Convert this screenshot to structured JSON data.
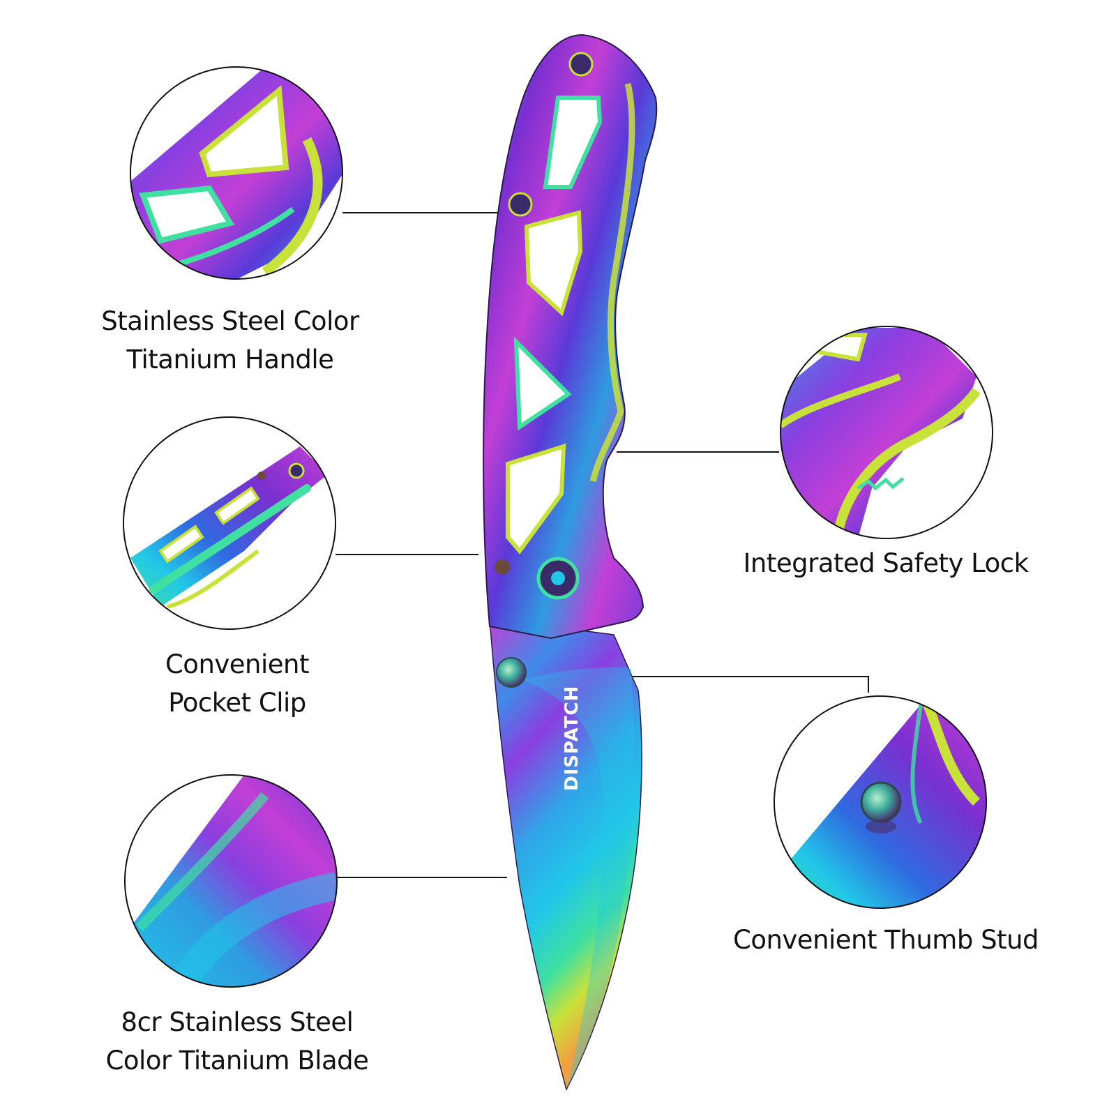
{
  "brand": "DISPATCH",
  "features": {
    "handle": {
      "line1": "Stainless Steel Color",
      "line2": "Titanium Handle",
      "icon": "handle-closeup"
    },
    "clip": {
      "line1": "Convenient",
      "line2": "Pocket Clip",
      "icon": "pocket-clip-closeup"
    },
    "blade": {
      "line1": "8cr Stainless Steel",
      "line2": "Color Titanium Blade",
      "icon": "blade-closeup"
    },
    "lock": {
      "line1": "Integrated Safety Lock",
      "icon": "safety-lock-closeup"
    },
    "stud": {
      "line1": "Convenient Thumb Stud",
      "icon": "thumb-stud-closeup"
    }
  },
  "colors": {
    "rainbow": [
      "#7a2fd0",
      "#c23fd6",
      "#2f6be0",
      "#21c7e8",
      "#3fe0a0",
      "#c9e23a",
      "#f0a040"
    ],
    "text": "#111111",
    "leader": "#111111"
  }
}
